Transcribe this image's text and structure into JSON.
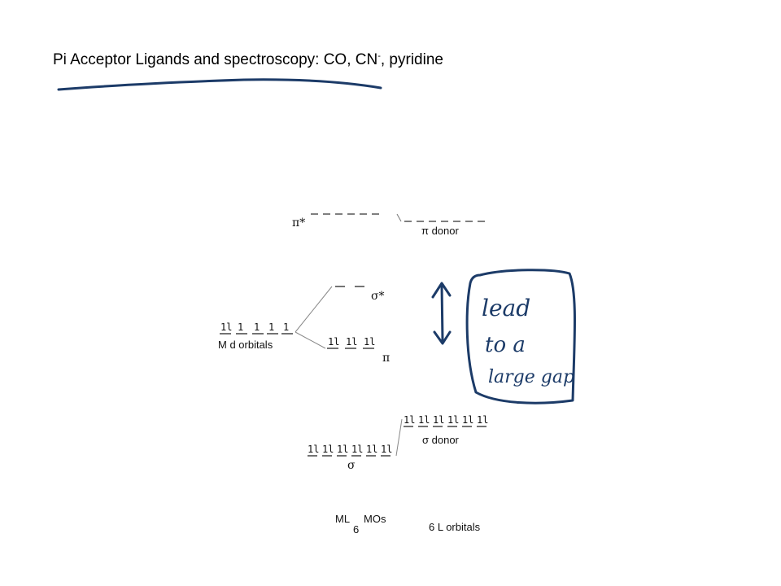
{
  "slide": {
    "title_main": "Pi Acceptor Ligands and spectroscopy: CO, CN",
    "title_charge": "-",
    "title_end": ", pyridine"
  },
  "diagram": {
    "pi_star_label": "π*",
    "pi_donor_label": "π donor",
    "sigma_star_label": "σ*",
    "pi_label": "π",
    "m_d_orbitals_label": "M d orbitals",
    "sigma_donor_label": "σ donor",
    "sigma_label": "σ",
    "ml6_prefix": "ML",
    "ml6_sub": "6",
    "ml6_suffix": "MOs",
    "ligand_orbitals_label": "6  L orbitals",
    "spin_pair": "1l",
    "spin_single": "1"
  },
  "annotation": {
    "line1": "lead",
    "line2": "to a",
    "line3": "large gap"
  },
  "colors": {
    "ink": "#1c3b68",
    "diagram_lines": "#666666"
  }
}
